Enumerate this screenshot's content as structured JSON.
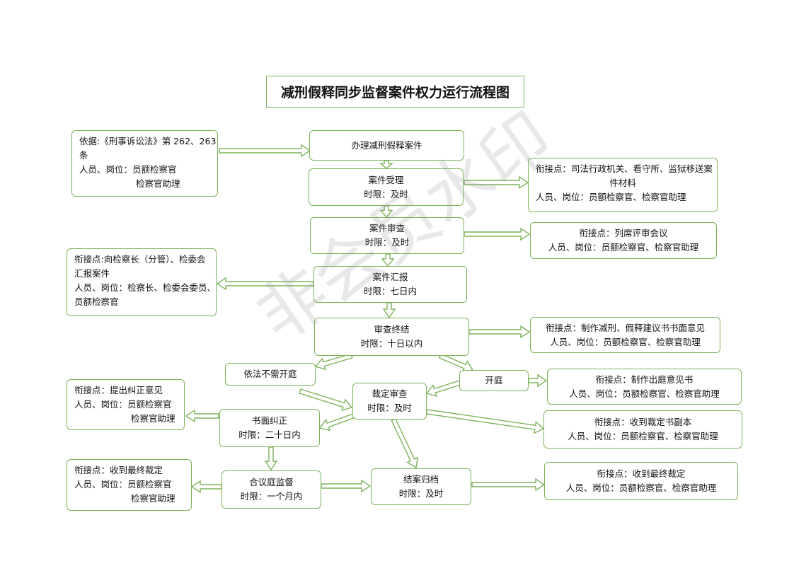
{
  "title": "减刑假释同步监督案件权力运行流程图",
  "watermark": "非会员水印",
  "nodes": {
    "basis": {
      "lines": [
        "依据:《刑事诉讼法》第 262、263",
        "条",
        "人员、岗位：员额检察官",
        "检察官助理"
      ]
    },
    "handle": {
      "lines": [
        "办理减刑假释案件"
      ]
    },
    "accept": {
      "lines": [
        "案件受理",
        "时限：及时"
      ]
    },
    "accept_link": {
      "lines": [
        "衔接点：司法行政机关、看守所、监狱移送案",
        "件材料",
        "人员、岗位：员额检察官、检察官助理"
      ]
    },
    "review": {
      "lines": [
        "案件审查",
        "时限：及时"
      ]
    },
    "review_link": {
      "lines": [
        "衔接点：列席评审会议",
        "人员、岗位：员额检察官、检察官助理"
      ]
    },
    "report": {
      "lines": [
        "案件汇报",
        "时限：七日内"
      ]
    },
    "report_link": {
      "lines": [
        "衔接点:向检察长（分管）、检委会",
        "汇报案件",
        "人员、岗位：检察长、检委会委员、",
        "员额检察官"
      ]
    },
    "final_review": {
      "lines": [
        "审查终结",
        "时限：十日以内"
      ]
    },
    "final_review_link": {
      "lines": [
        "衔接点：制作减刑、假释建议书书面意见",
        "人员、岗位：员额检察官、检察官助理"
      ]
    },
    "no_court": {
      "lines": [
        "依法不需开庭"
      ]
    },
    "court": {
      "lines": [
        "开庭"
      ]
    },
    "court_link": {
      "lines": [
        "衔接点：制作出庭意见书",
        "人员、岗位：员额检察官、检察官助理"
      ]
    },
    "ruling_review": {
      "lines": [
        "裁定审查",
        "时限：及时"
      ]
    },
    "ruling_link": {
      "lines": [
        "衔接点：收到裁定书副本",
        "人员、岗位：员额检察官、检察官助理"
      ]
    },
    "correction_link": {
      "lines": [
        "衔接点：提出纠正意见",
        "人员、岗位：员额检察官",
        "检察官助理"
      ]
    },
    "correction": {
      "lines": [
        "书面纠正",
        "时限：二十日内"
      ]
    },
    "panel_link": {
      "lines": [
        "衔接点：收到最终裁定",
        "人员、岗位：员额检察官",
        "检察官助理"
      ]
    },
    "panel": {
      "lines": [
        "合议庭监督",
        "时限：一个月内"
      ]
    },
    "archive": {
      "lines": [
        "结案归档",
        "时限：及时"
      ]
    },
    "archive_link": {
      "lines": [
        "衔接点：收到最终裁定",
        "人员、岗位：员额检察官、检察官助理"
      ]
    }
  }
}
